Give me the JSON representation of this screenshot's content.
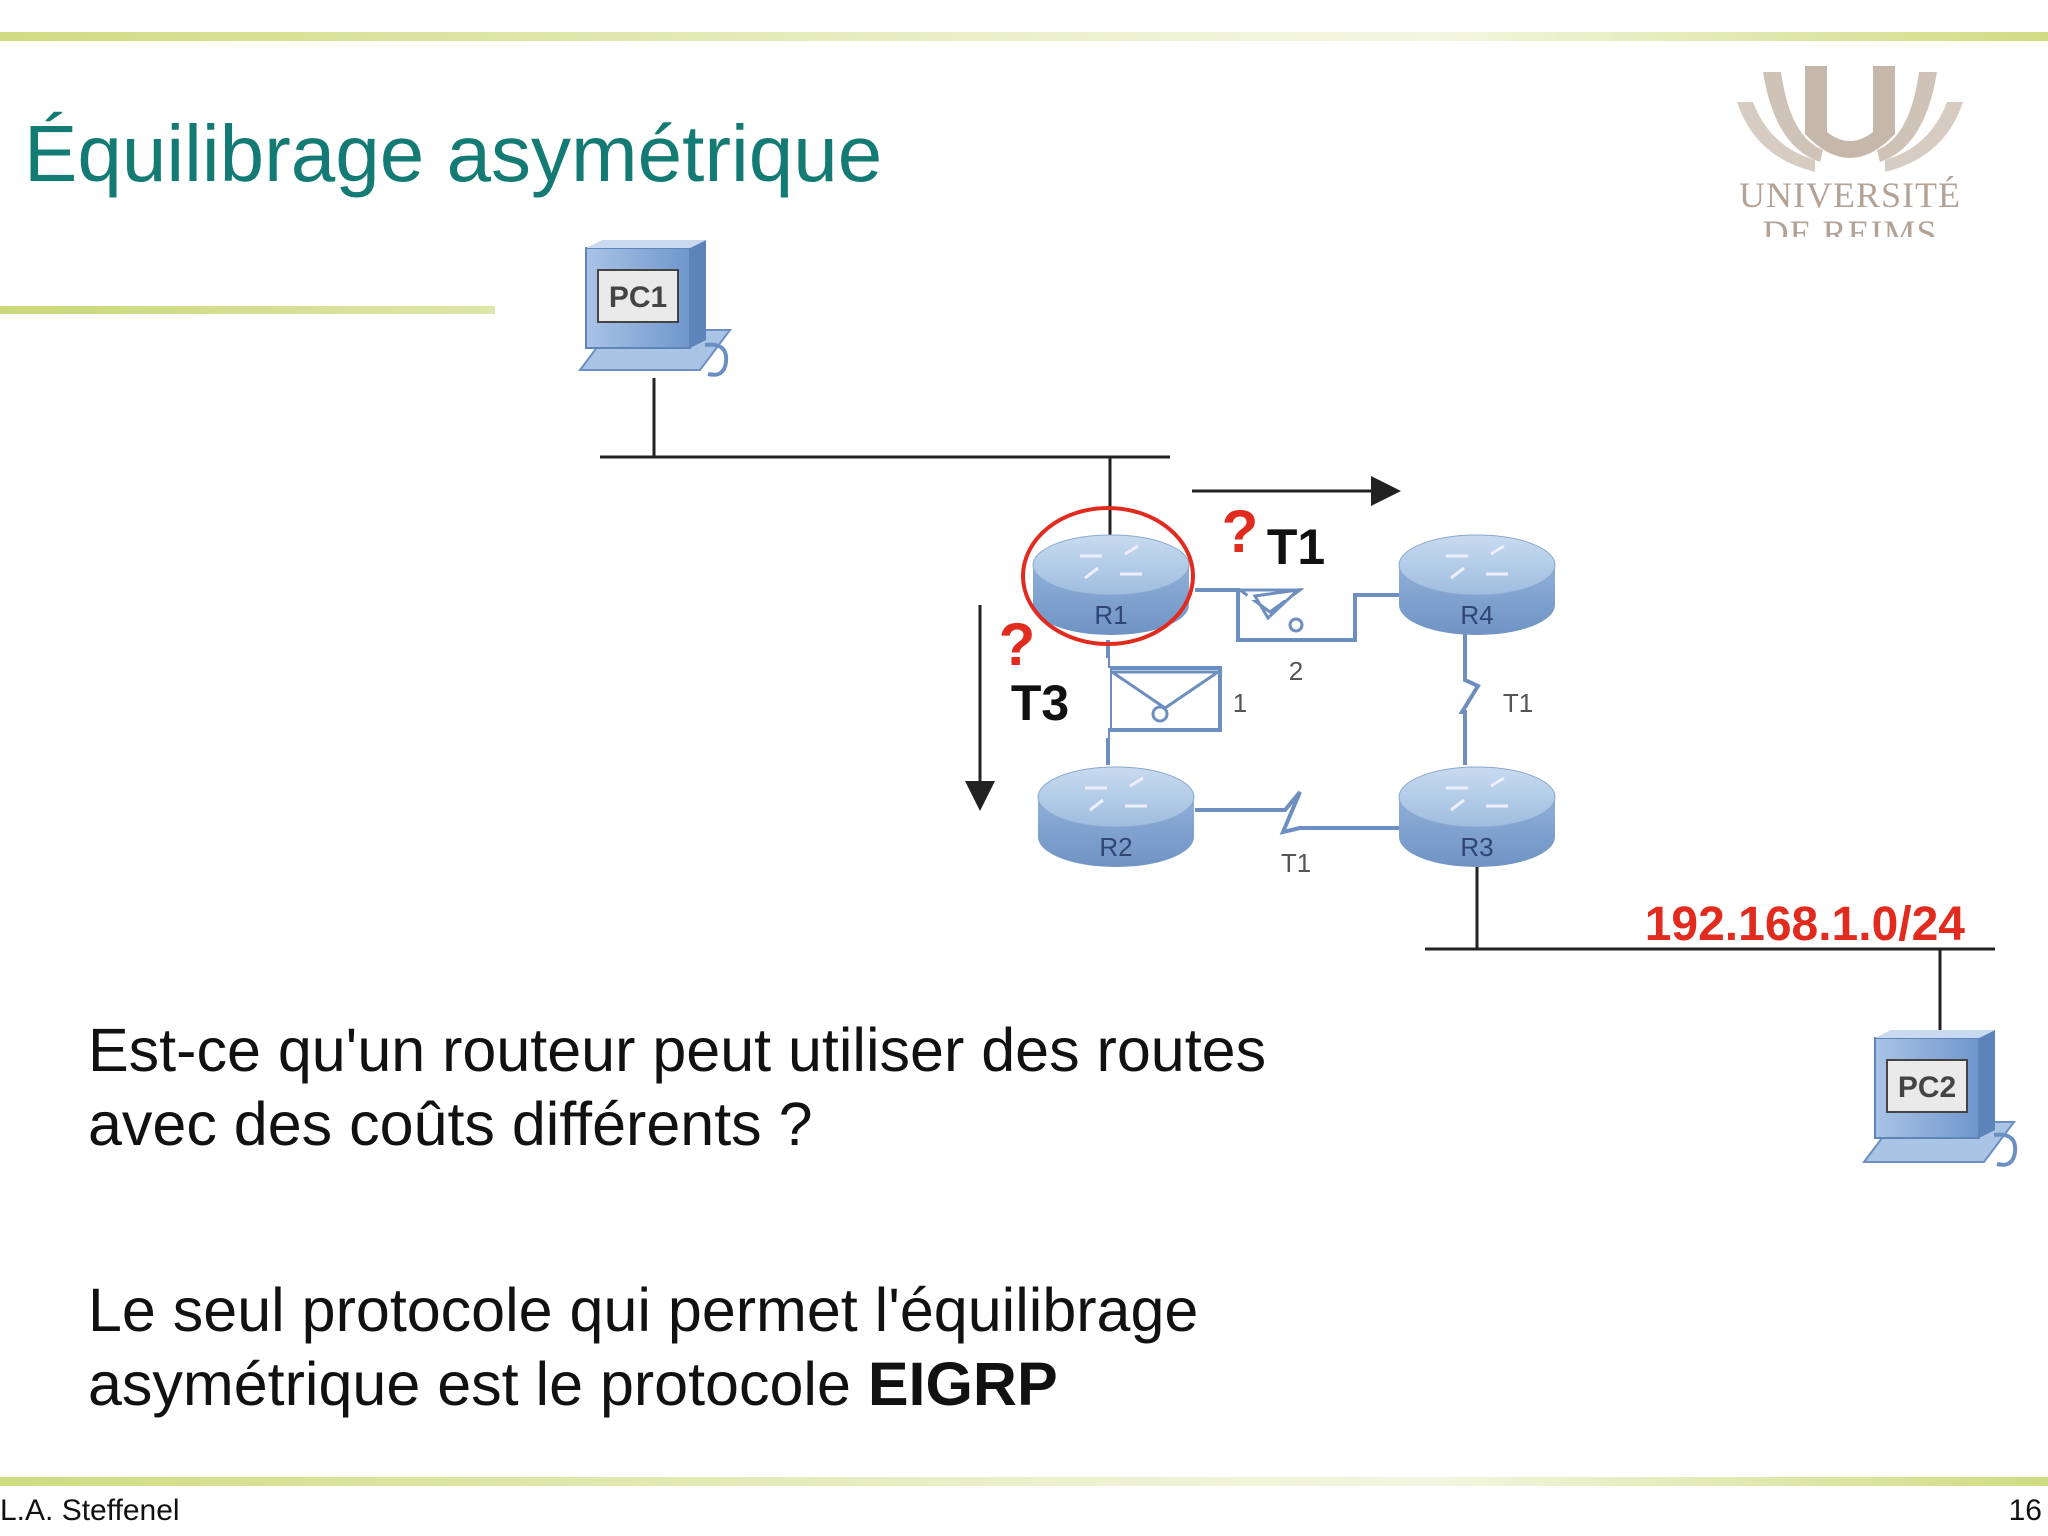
{
  "slide": {
    "title": "Équilibrage asymétrique",
    "paragraph1_line1": "Est-ce qu'un routeur peut utiliser des routes",
    "paragraph1_line2": "avec des coûts différents ?",
    "paragraph2_line1": "Le seul protocole qui permet l'équilibrage",
    "paragraph2_line2_prefix": "asymétrique est le protocole ",
    "paragraph2_line2_bold": "EIGRP"
  },
  "logo": {
    "line1": "UNIVERSITÉ",
    "line2": "DE REIMS"
  },
  "footer": {
    "author": "L.A. Steffenel",
    "page_number": "16"
  },
  "diagram": {
    "pc1_label": "PC1",
    "pc2_label": "PC2",
    "routers": [
      "R1",
      "R2",
      "R3",
      "R4"
    ],
    "link_labels": {
      "r1_r4_bandwidth": "T1",
      "r1_r2_bandwidth": "T3",
      "r2_r3_bandwidth": "T1",
      "r4_r3_bandwidth": "T1",
      "r1_r4_cost": "2",
      "r1_r2_cost": "1"
    },
    "question_mark": "?",
    "network_label": "192.168.1.0/24",
    "colors": {
      "highlight": "#e12b1f",
      "router": "#7fa3cf",
      "title": "#137a74",
      "accent_bar": "#cfdc82"
    }
  }
}
